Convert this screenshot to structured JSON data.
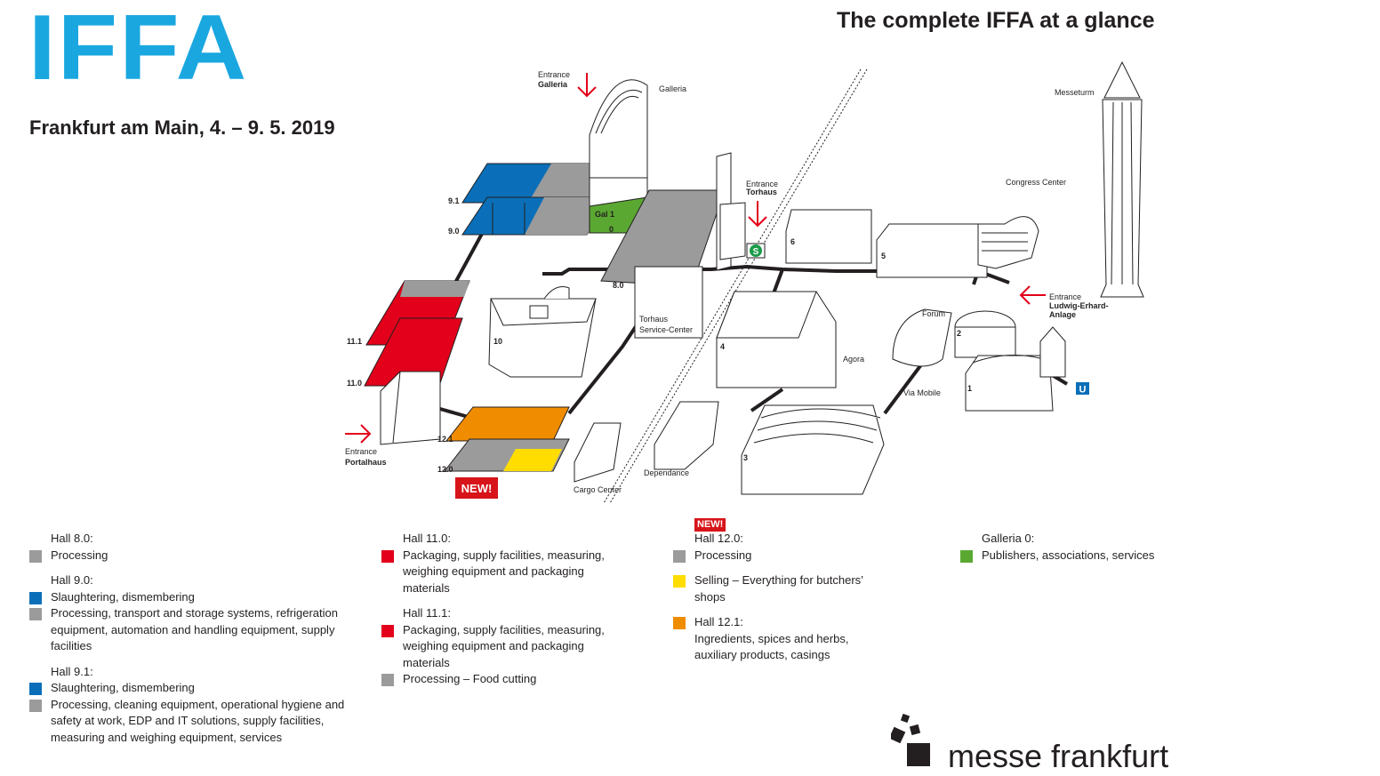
{
  "header": {
    "logo": "IFFA",
    "event_line": "Frankfurt am Main, 4. – 9. 5. 2019",
    "headline": "The complete IFFA at a glance"
  },
  "colors": {
    "brand_blue": "#1aa7e0",
    "slaughtering_blue": "#0a6fb8",
    "processing_gray": "#9b9b9b",
    "packaging_red": "#e2001a",
    "selling_yellow": "#ffdd00",
    "ingredients_orange": "#f08c00",
    "publishers_green": "#5aa832",
    "badge_red": "#d7141a"
  },
  "map": {
    "entrances": {
      "galleria": [
        "Entrance",
        "Galleria"
      ],
      "torhaus": [
        "Entrance",
        "Torhaus"
      ],
      "portalhaus": [
        "Entrance",
        "Portalhaus"
      ],
      "ludwig": [
        "Entrance",
        "Ludwig-Erhard-",
        "Anlage"
      ]
    },
    "labels": {
      "galleria": "Galleria",
      "messeturm": "Messeturm",
      "congress_center": "Congress Center",
      "torhaus_service": [
        "Torhaus",
        "Service-Center"
      ],
      "agora": "Agora",
      "forum": "Forum",
      "via_mobile": "Via Mobile",
      "cargo_center": "Cargo Center",
      "dependance": "Dependance",
      "gal1": "Gal 1",
      "gal0": "0"
    },
    "halls": {
      "h9_1": "9.1",
      "h9_0": "9.0",
      "h8_0": "8.0",
      "h11_1": "11.1",
      "h11_0": "11.0",
      "h12_1": "12.1",
      "h12_0": "12.0",
      "h10": "10",
      "h6": "6",
      "h5": "5",
      "h4": "4",
      "h3": "3",
      "h2": "2",
      "h1": "1"
    },
    "new_badge": "NEW!",
    "sbahn_icon": "S",
    "ubahn_icon": "U"
  },
  "legend": {
    "col1": [
      {
        "title": "Hall 8.0:",
        "items": [
          {
            "color": "gray",
            "text": "Processing"
          }
        ]
      },
      {
        "title": "Hall 9.0:",
        "items": [
          {
            "color": "blue",
            "text": "Slaughtering, dismembering"
          },
          {
            "color": "gray",
            "text": "Processing, transport and storage systems, refrigeration equipment, automation and handling equipment, supply facilities"
          }
        ]
      },
      {
        "title": "Hall 9.1:",
        "items": [
          {
            "color": "blue",
            "text": "Slaughtering, dismembering"
          },
          {
            "color": "gray",
            "text": "Processing, cleaning equipment, operational hygiene and safety at work, EDP and IT solutions, supply facilities, measuring and weighing equipment, services"
          }
        ]
      }
    ],
    "col2": [
      {
        "title": "Hall 11.0:",
        "items": [
          {
            "color": "red",
            "text": "Packaging, supply facilities, measuring, weighing equipment and packaging materials"
          }
        ]
      },
      {
        "title": "Hall 11.1:",
        "items": [
          {
            "color": "red",
            "text": "Packaging, supply facilities, measuring, weighing equipment and packaging materials"
          },
          {
            "color": "gray",
            "text": "Processing – Food cutting"
          }
        ]
      }
    ],
    "col3_badge": "NEW!",
    "col3": [
      {
        "title": "Hall 12.0:",
        "items": [
          {
            "color": "gray",
            "text": "Processing"
          },
          {
            "color": "yellow",
            "text": "Selling – Everything for butchers’ shops"
          }
        ]
      },
      {
        "title": "Hall 12.1:",
        "items": [
          {
            "color": "orange",
            "text": "Ingredients, spices and herbs, auxiliary products, casings"
          }
        ],
        "title_with_swatch": true
      }
    ],
    "col4": [
      {
        "title": "Galleria 0:",
        "items": [
          {
            "color": "green",
            "text": "Publishers, associations, services"
          }
        ]
      }
    ]
  },
  "brand": {
    "name": "messe frankfurt",
    "icon": "messe-frankfurt-cubes-logo"
  }
}
